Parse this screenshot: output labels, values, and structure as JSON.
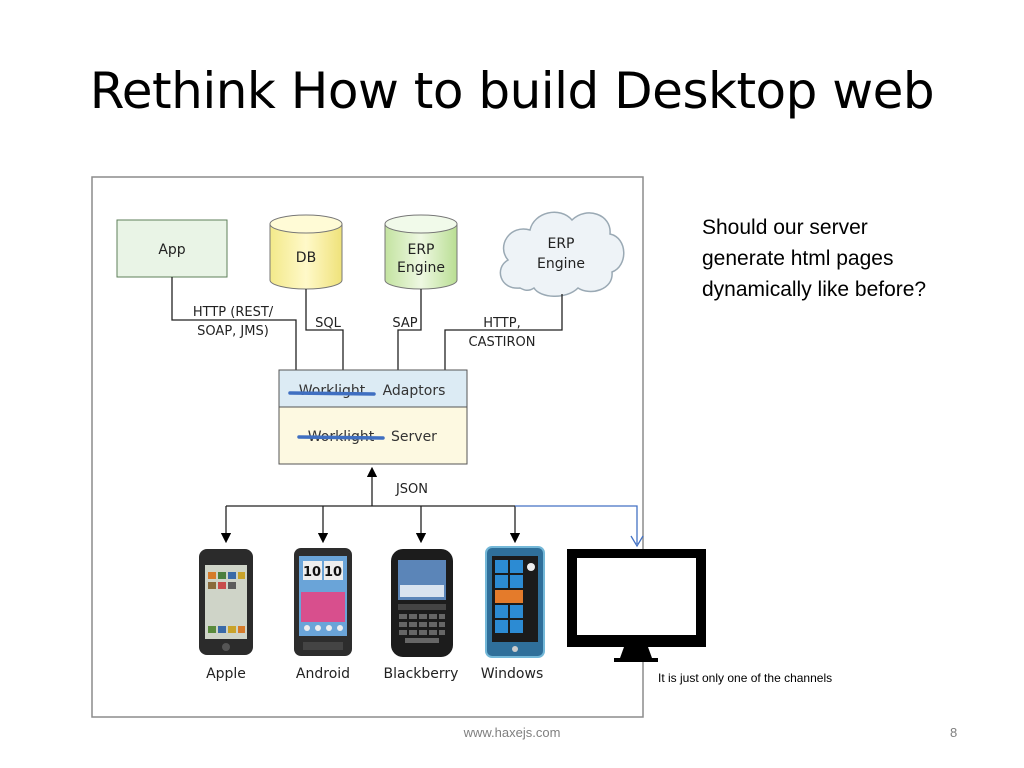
{
  "slide": {
    "title": "Rethink How to build Desktop web",
    "note_lines": [
      "Should our server",
      "generate html pages",
      "dynamically like before?"
    ],
    "caption": "It is just only one of the channels",
    "footer_url": "www.haxejs.com",
    "page_number": "8"
  },
  "diagram": {
    "app_label": "App",
    "db_label": "DB",
    "erp_engine_line1": "ERP",
    "erp_engine_line2": "Engine",
    "erp_cloud_line1": "ERP",
    "erp_cloud_line2": "Engine",
    "http_line1": "HTTP (REST/",
    "http_line2": "SOAP, JMS)",
    "sql_label": "SQL",
    "sap_label": "SAP",
    "castiron_line1": "HTTP,",
    "castiron_line2": "CASTIRON",
    "adaptors_struck": "Worklight",
    "adaptors_label": "Adaptors",
    "server_struck": "Worklight",
    "server_label": "Server",
    "json_label": "JSON",
    "devices": [
      "Apple",
      "Android",
      "Blackberry",
      "Windows"
    ]
  },
  "colors": {
    "strike": "#3f6fc1",
    "new_arrow": "#4472c4",
    "app_box": "#e9f4e6",
    "adaptors_box": "#dcebf4",
    "server_box": "#fdf9e1",
    "db_cylinder": "#fff6a6",
    "erp_cylinder": "#dcf0c4"
  }
}
